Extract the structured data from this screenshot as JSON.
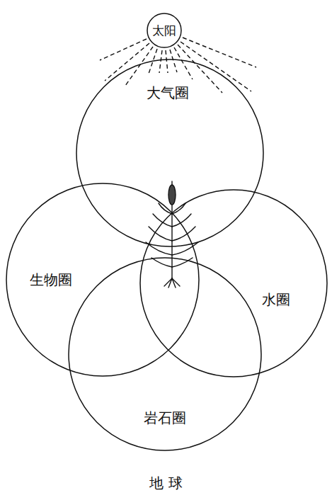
{
  "diagram": {
    "caption": "地 球",
    "nodes": [
      {
        "text": [
          "太阳"
        ]
      },
      {
        "text": [
          "大气圈"
        ]
      },
      {
        "text": [
          "生物圈"
        ]
      },
      {
        "text": [
          "水圈"
        ]
      },
      {
        "text": [
          "岩石圈"
        ]
      }
    ]
  }
}
